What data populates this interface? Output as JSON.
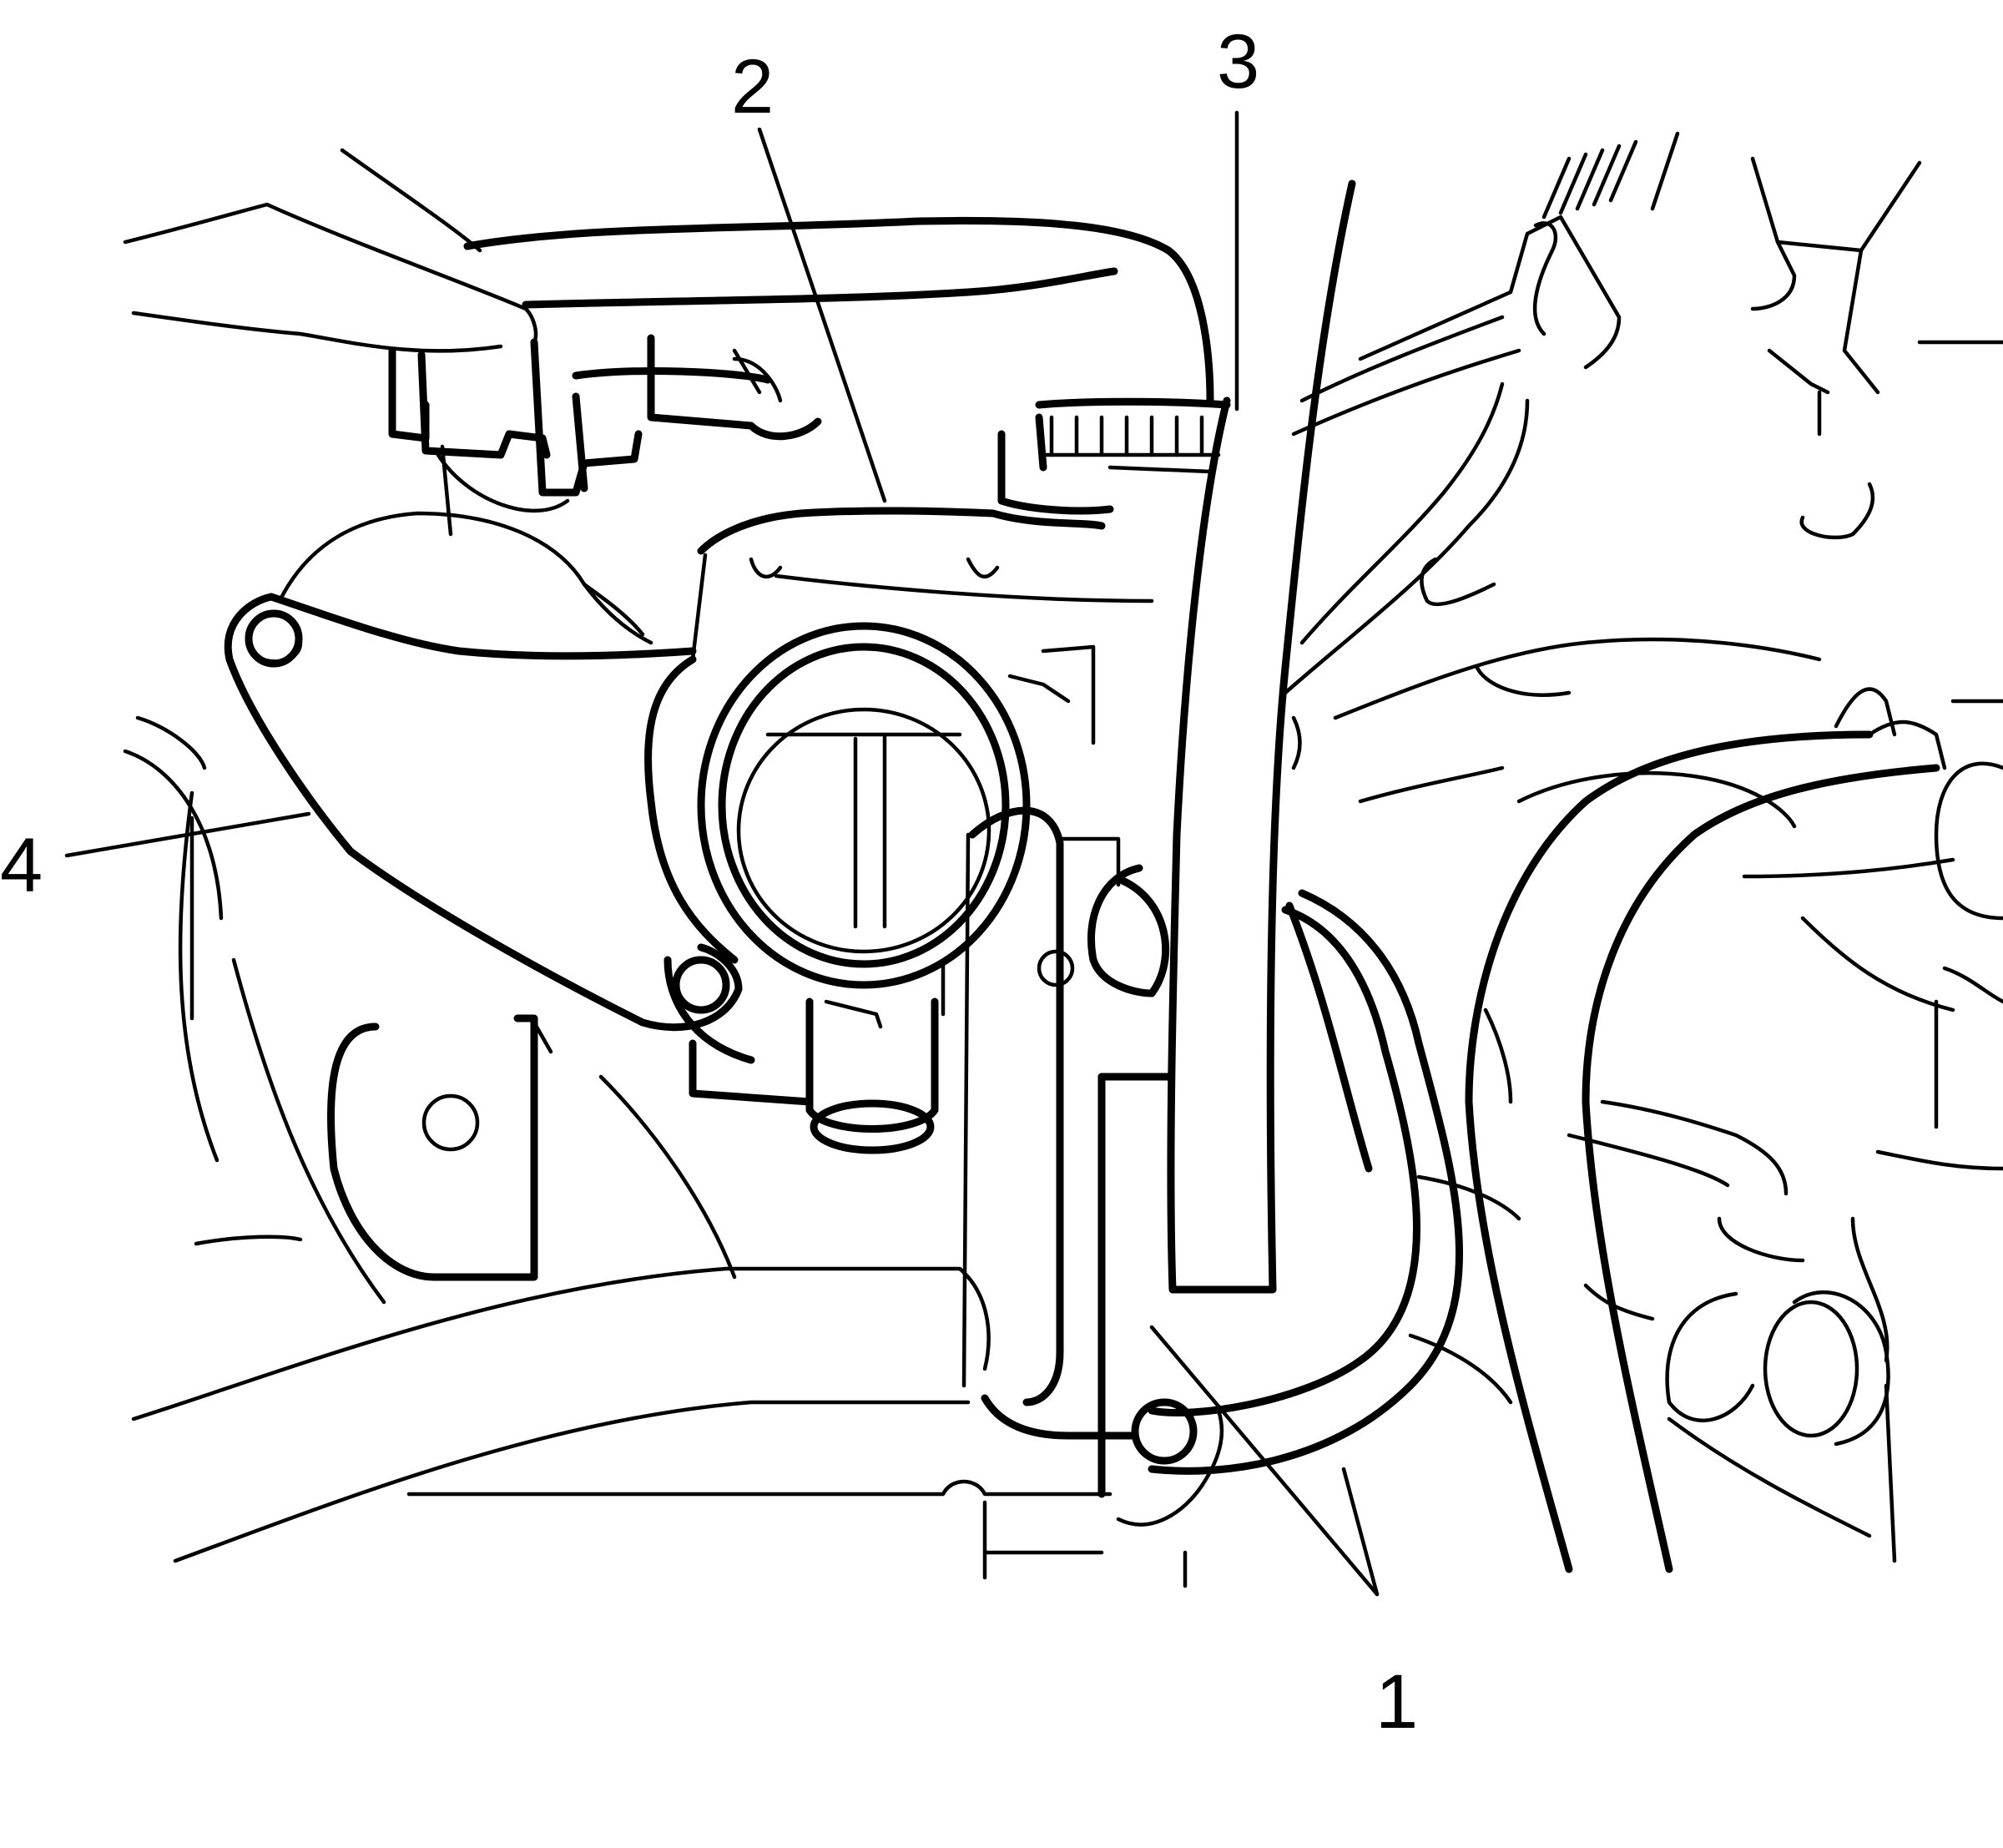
{
  "diagram": {
    "callouts": [
      {
        "id": "1",
        "label": "1"
      },
      {
        "id": "2",
        "label": "2"
      },
      {
        "id": "3",
        "label": "3"
      },
      {
        "id": "4",
        "label": "4"
      }
    ],
    "colors": {
      "line": "#000000",
      "background": "#ffffff"
    }
  }
}
